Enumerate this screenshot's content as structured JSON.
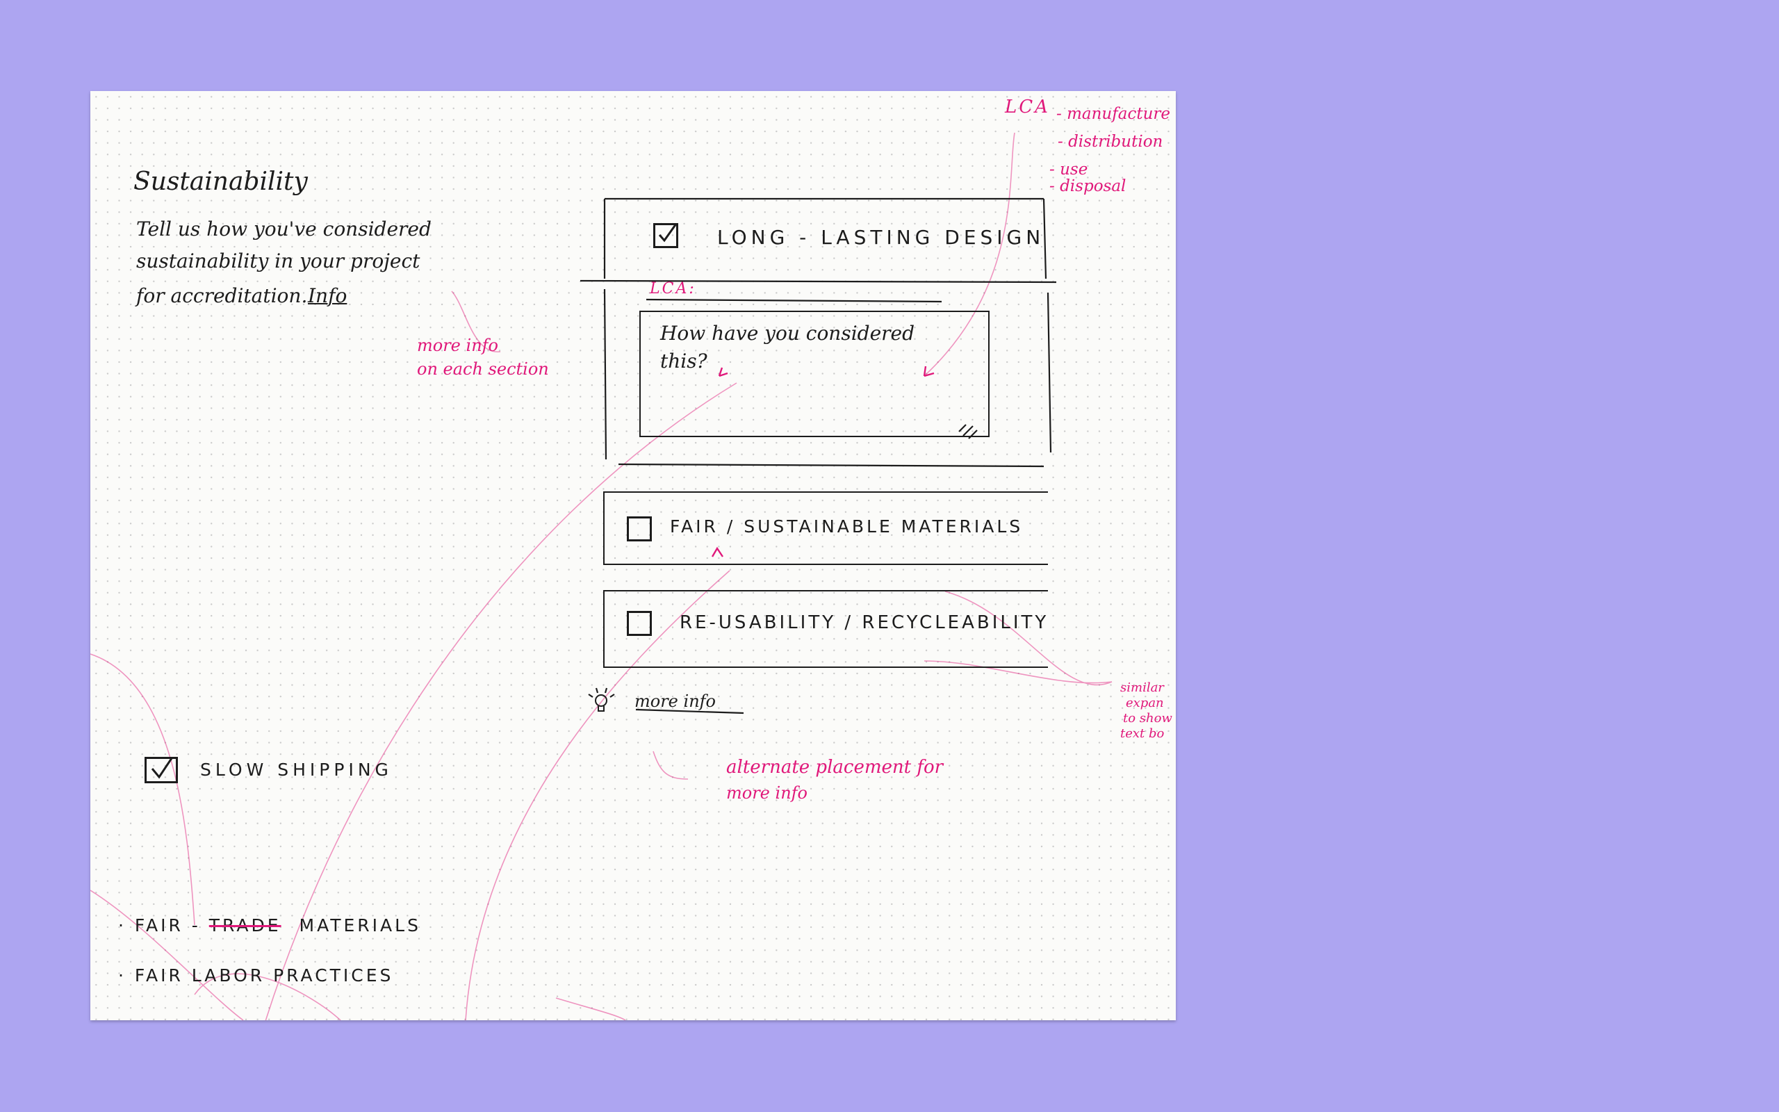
{
  "intro": {
    "title": "Sustainability",
    "line1": "Tell us how you've considered",
    "line2": "sustainability in your project",
    "line3": "for accreditation.",
    "info_link": "Info"
  },
  "annotations": {
    "more_info_note_line1": "more info",
    "more_info_note_line2": "on each section",
    "lca_heading": "LCA",
    "lca_items": [
      "- manufacture",
      "- distribution",
      "- use",
      "- disposal"
    ],
    "lca_label": "LCA:",
    "alternate_line1": "alternate placement for",
    "alternate_line2": "more info",
    "side_note": [
      "similar",
      "expan",
      "to show",
      "text bo"
    ]
  },
  "sections": {
    "long_lasting": {
      "label": "LONG - LASTING DESIGN",
      "checked": true
    },
    "textarea_placeholder_line1": "How have you considered",
    "textarea_placeholder_line2": "this?",
    "fair_materials": {
      "label": "FAIR / SUSTAINABLE MATERIALS",
      "checked": false
    },
    "reusability": {
      "label": "RE-USABILITY / RECYCLEABILITY",
      "checked": false
    },
    "more_info_link": "more info"
  },
  "lower": {
    "slow_shipping": {
      "label": "SLOW SHIPPING",
      "checked": true
    },
    "bullet1_a": "FAIR -",
    "bullet1_struck": "TRADE",
    "bullet1_b": "MATERIALS",
    "bullet2": "FAIR LABOR PRACTICES"
  },
  "colors": {
    "background": "#ada5f1",
    "paper": "#fbfbf9",
    "ink": "#1c1c1c",
    "annotation": "#e0187a"
  }
}
